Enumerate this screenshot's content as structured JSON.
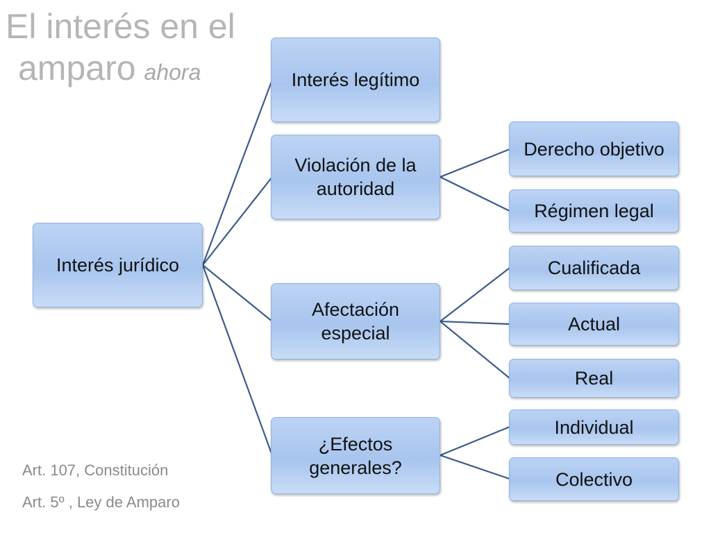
{
  "title": {
    "line1": "El interés en el",
    "line2": "amparo",
    "subtitle": "ahora"
  },
  "nodes": {
    "root": "Interés jurídico",
    "interes_legitimo": "Interés legítimo",
    "violacion": "Violación de la autoridad",
    "derecho_objetivo": "Derecho objetivo",
    "regimen_legal": "Régimen legal",
    "afectacion": "Afectación especial",
    "cualificada": "Cualificada",
    "actual": "Actual",
    "real": "Real",
    "efectos": "¿Efectos generales?",
    "individual": "Individual",
    "colectivo": "Colectivo"
  },
  "references": [
    "Art. 107, Constitución",
    "Art. 5º , Ley de Amparo"
  ],
  "colors": {
    "connector": "#3c5a8c",
    "node_fill": "#b0cbf0",
    "title": "#b5b5b5"
  }
}
